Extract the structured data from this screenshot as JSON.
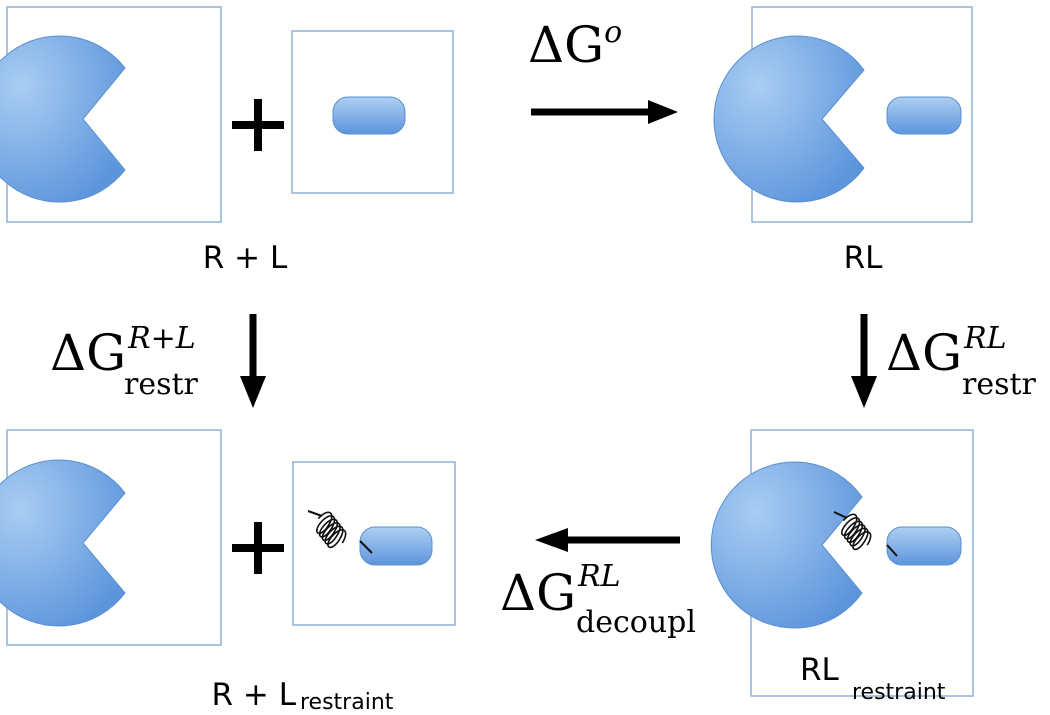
{
  "states": {
    "top_left": {
      "label": "R + L",
      "subscript": ""
    },
    "top_right": {
      "label": "RL",
      "subscript": ""
    },
    "bottom_left": {
      "label": "R + L",
      "subscript": "restraint"
    },
    "bottom_right": {
      "label": "RL",
      "subscript": "restraint"
    }
  },
  "arrows": {
    "binding": {
      "symbol": "ΔG",
      "superscript": "o",
      "subscript": ""
    },
    "restrain_unbound": {
      "symbol": "ΔG",
      "superscript": "R+L",
      "subscript": "restr"
    },
    "restrain_bound": {
      "symbol": "ΔG",
      "superscript": "RL",
      "subscript": "restr"
    },
    "decouple": {
      "symbol": "ΔG",
      "superscript": "RL",
      "subscript": "decoupl"
    }
  },
  "colors": {
    "shape_light": "#a9cdf3",
    "shape_dark": "#5d95dc",
    "shape_edge": "#5a8fcf",
    "box_border": "#8fb0d8",
    "arrow": "#000000"
  }
}
